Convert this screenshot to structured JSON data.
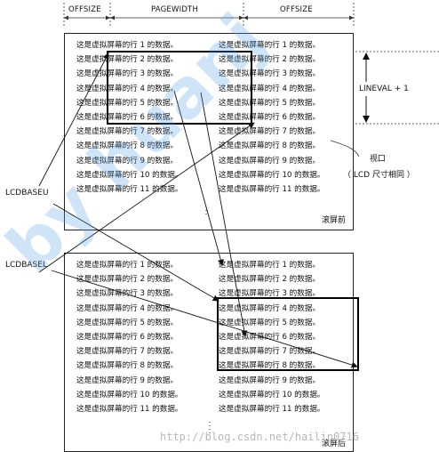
{
  "dimensions": {
    "offsize_left": "OFFSIZE",
    "pagewidth": "PAGEWIDTH",
    "offsize_right": "OFFSIZE"
  },
  "labels": {
    "lineval": "LINEVAL + 1",
    "viewport": "视口",
    "viewport_note": "（ LCD 尺寸相同 ）",
    "lcdbaseu": "LCDBASEU",
    "lcdbasel": "LCDBASEL",
    "before_scroll": "滚屏前",
    "after_scroll": "滚屏后"
  },
  "rows": [
    "这是虚拟屏幕的行 1 的数据。",
    "这是虚拟屏幕的行 2 的数据。",
    "这是虚拟屏幕的行 3 的数据。",
    "这是虚拟屏幕的行 4 的数据。",
    "这是虚拟屏幕的行 5 的数据。",
    "这是虚拟屏幕的行 6 的数据。",
    "这是虚拟屏幕的行 7 的数据。",
    "这是虚拟屏幕的行 8 的数据。",
    "这是虚拟屏幕的行 9 的数据。",
    "这是虚拟屏幕的行 10 的数据。",
    "这是虚拟屏幕的行 11 的数据。"
  ],
  "watermark": {
    "url": "http://blog.csdn.net/hailin0716",
    "logo": "by huanj"
  }
}
